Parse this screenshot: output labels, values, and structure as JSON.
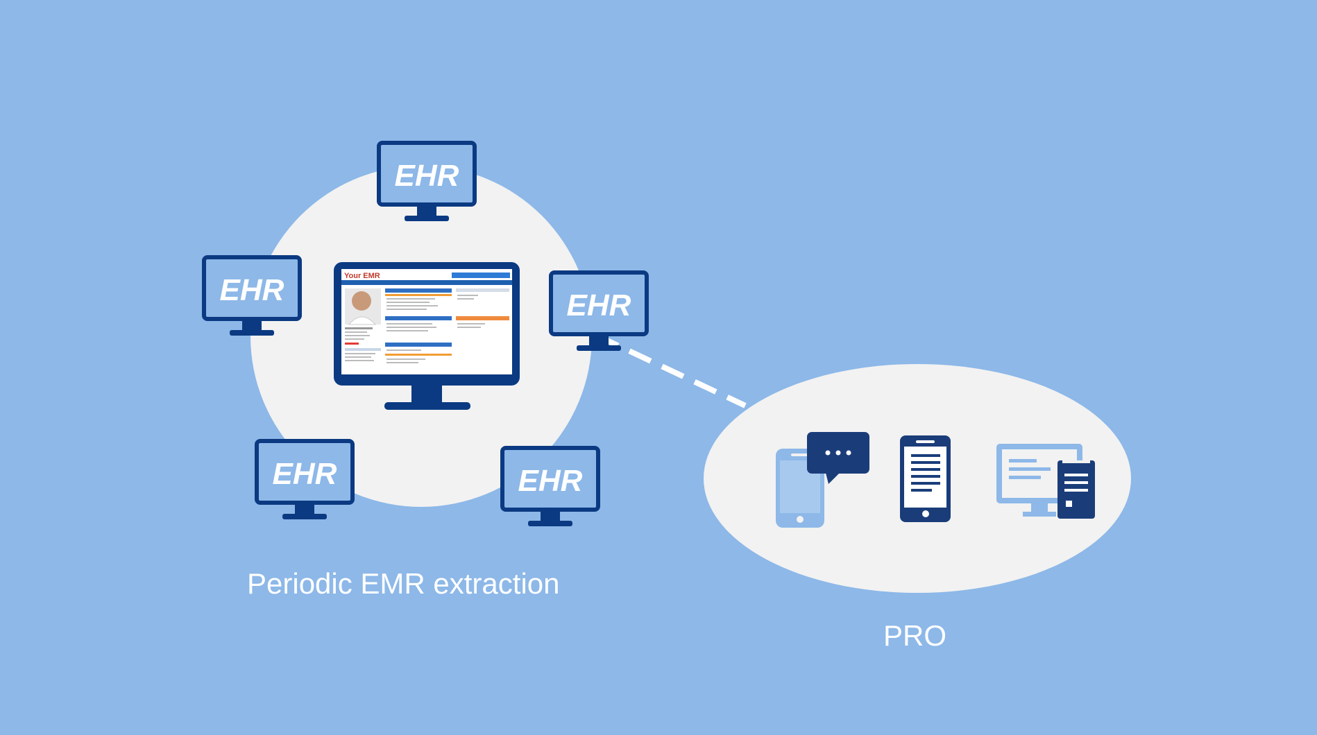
{
  "diagram": {
    "ehr_label": "EHR",
    "center_screen_title": "Your EMR",
    "caption_left": "Periodic EMR extraction",
    "caption_right": "PRO",
    "icons": [
      "ehr-monitor-icon",
      "emr-screen-icon",
      "phone-chat-icon",
      "smartphone-icon",
      "desktop-tablet-icon"
    ],
    "colors": {
      "background": "#8db8e8",
      "circle": "#f2f2f2",
      "navy": "#0b3a82",
      "monitor_fill": "#8db8e8",
      "dark_navy": "#1a3d7a",
      "light_blue_icon": "#8db8e8"
    }
  }
}
